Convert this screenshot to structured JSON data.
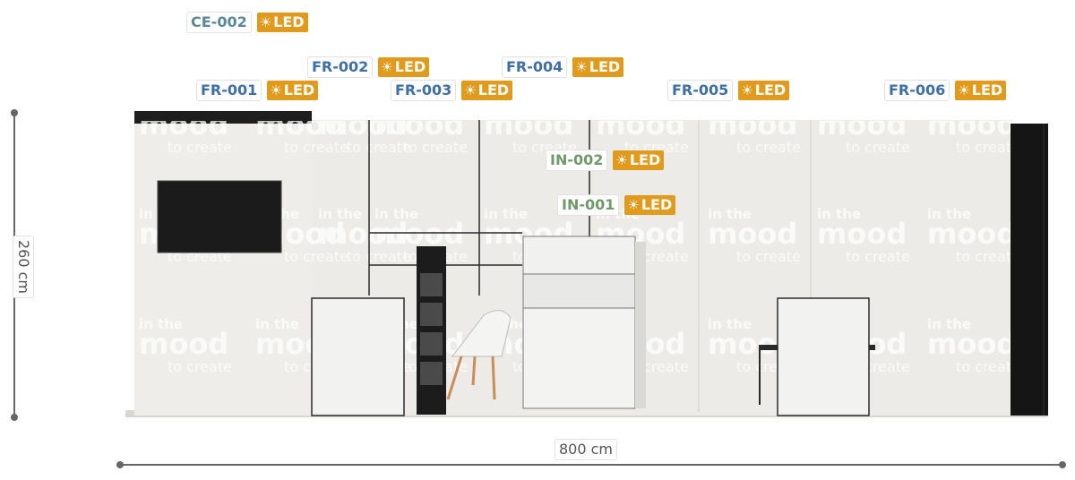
{
  "title": "",
  "colors": {
    "ce": "#5a8996",
    "fr": "#3f6fa5",
    "in": "#6f9a6a",
    "led": "#e09a1c",
    "wall": "#e9e8e5",
    "dark": "#1c1c1c"
  },
  "labels": [
    {
      "id": "ce-002",
      "code": "CE-002",
      "led": "LED",
      "kind": "ce"
    },
    {
      "id": "fr-001",
      "code": "FR-001",
      "led": "LED",
      "kind": "fr"
    },
    {
      "id": "fr-002",
      "code": "FR-002",
      "led": "LED",
      "kind": "fr"
    },
    {
      "id": "fr-003",
      "code": "FR-003",
      "led": "LED",
      "kind": "fr"
    },
    {
      "id": "fr-004",
      "code": "FR-004",
      "led": "LED",
      "kind": "fr"
    },
    {
      "id": "fr-005",
      "code": "FR-005",
      "led": "LED",
      "kind": "fr"
    },
    {
      "id": "fr-006",
      "code": "FR-006",
      "led": "LED",
      "kind": "fr"
    },
    {
      "id": "in-002",
      "code": "IN-002",
      "led": "LED",
      "kind": "in"
    },
    {
      "id": "in-001",
      "code": "IN-001",
      "led": "LED",
      "kind": "in"
    }
  ],
  "led_icon": "sun-icon",
  "dimensions": {
    "width": "800 cm",
    "height": "260 cm"
  },
  "branding": {
    "line1": "in the",
    "line2": "mood",
    "line3": "to create"
  }
}
